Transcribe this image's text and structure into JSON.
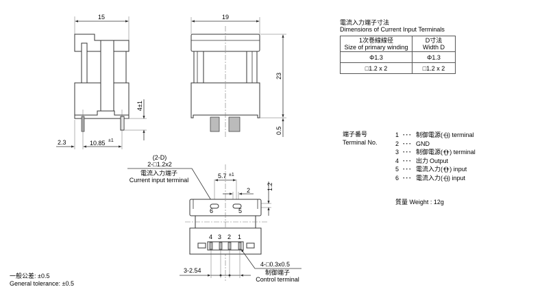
{
  "side_view": {
    "width": "15",
    "pin_offset": "2.3",
    "pin_pitch": "10.85",
    "pin_pitch_tol": "±1",
    "pin_length": "4±1"
  },
  "front_view": {
    "width": "19",
    "height": "23",
    "standoff": "0.5"
  },
  "bottom_view": {
    "current_terminal_callout": "(2-D)",
    "current_terminal_size": "2-□1.2x2",
    "current_terminal_jp": "電流入力端子",
    "current_terminal_en": "Current input terminal",
    "slot_pitch": "5.7",
    "slot_pitch_tol": "±1",
    "slot_offset": "2",
    "slot_depth": "1.2",
    "slot_labels": [
      "6",
      "5"
    ],
    "pin_labels": [
      "4",
      "3",
      "2",
      "1"
    ],
    "pin_pitch": "3-2.54",
    "control_terminal_size": "4-□0.3x0.5",
    "control_terminal_jp": "制御端子",
    "control_terminal_en": "Control terminal"
  },
  "dimensions_table": {
    "title_jp": "電流入力端子寸法",
    "title_en": "Dimensions of Current Input Terminals",
    "headers": [
      {
        "jp": "1次巻線線径",
        "en": "Size of primary winding"
      },
      {
        "jp": "D寸法",
        "en": "Width D"
      }
    ],
    "rows": [
      [
        "Φ1.3",
        "Φ1.3"
      ],
      [
        "□1.2 x 2",
        "□1.2 x 2"
      ]
    ]
  },
  "terminals": {
    "label_jp": "端子番号",
    "label_en": "Terminal No.",
    "items": [
      {
        "no": "1",
        "dots": "･･･",
        "jp": "制御電源(−)",
        "en": "(-) terminal"
      },
      {
        "no": "2",
        "dots": "･･･",
        "jp": "GND",
        "en": ""
      },
      {
        "no": "3",
        "dots": "･･･",
        "jp": "制御電源(+)",
        "en": "(+) terminal"
      },
      {
        "no": "4",
        "dots": "･･･",
        "jp": "出力",
        "en": "Output"
      },
      {
        "no": "5",
        "dots": "･･･",
        "jp": "電流入力(+)",
        "en": "(+) input"
      },
      {
        "no": "6",
        "dots": "･･･",
        "jp": "電流入力(−)",
        "en": "(-) input"
      }
    ]
  },
  "weight": {
    "label": "質量  Weight :",
    "value": "12g"
  },
  "tolerance": {
    "jp": "一般公差: ±0.5",
    "en": "General tolerance: ±0.5"
  }
}
